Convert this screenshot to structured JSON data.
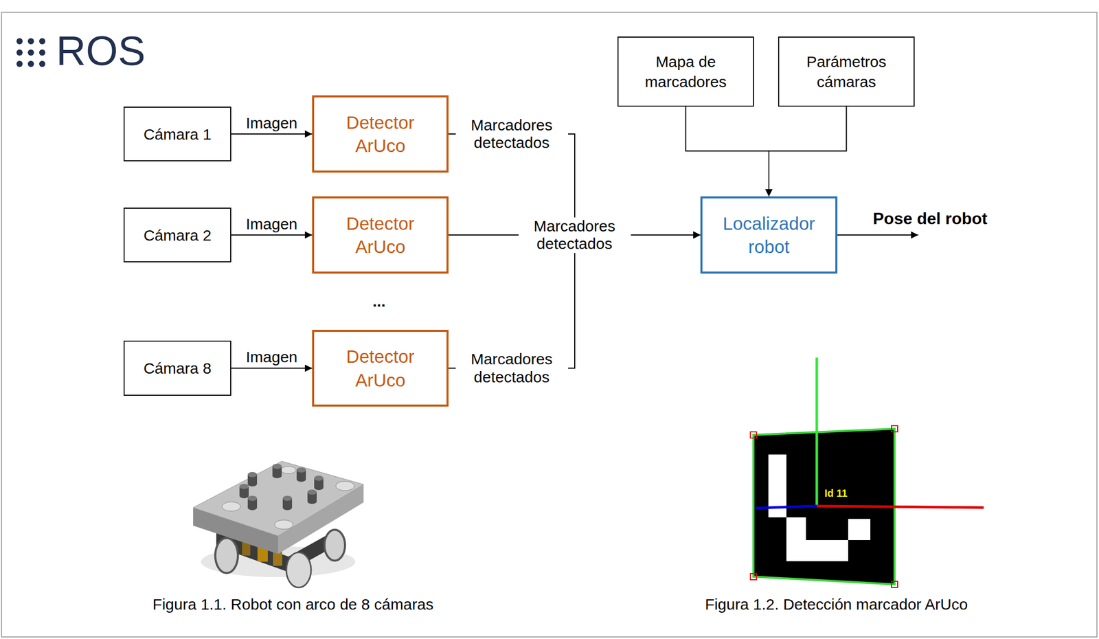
{
  "diagram": {
    "nodes": [
      {
        "text": [
          "Cámara 1"
        ]
      },
      {
        "text": [
          "Detector ArUco"
        ]
      },
      {
        "text": [
          "Mapa de marcadores"
        ]
      },
      {
        "text": [
          "Parámetros cámaras"
        ]
      },
      {
        "text": [
          "Cámara 2"
        ]
      },
      {
        "text": [
          "Detector ArUco"
        ]
      },
      {
        "text": [
          "Localizador robot"
        ]
      },
      {
        "text": [
          "Cámara 8"
        ]
      },
      {
        "text": [
          "Detector ArUco"
        ]
      }
    ],
    "edges": [
      {
        "from": 0,
        "to": 1,
        "label": "Imagen",
        "arrow": "to"
      },
      {
        "from": 4,
        "to": 5,
        "label": "Imagen",
        "arrow": "to"
      },
      {
        "from": 7,
        "to": 8,
        "label": "Imagen",
        "arrow": "to"
      },
      {
        "from": 1,
        "to": 6,
        "label": "Marcadores detectados",
        "arrow": "to"
      },
      {
        "from": 5,
        "to": 6,
        "label": "Marcadores detectados",
        "arrow": "to"
      },
      {
        "from": 8,
        "to": 6,
        "label": "Marcadores detectados",
        "arrow": "to"
      },
      {
        "from": 2,
        "to": 6,
        "arrow": "to"
      },
      {
        "from": 3,
        "to": 6,
        "arrow": "to"
      }
    ],
    "labels": [
      "ROS",
      "...",
      "Pose del robot",
      "Id 11",
      "Figura 1.1. Robot con arco de 8 cámaras",
      "Figura 1.2. Detección marcador ArUco"
    ]
  }
}
